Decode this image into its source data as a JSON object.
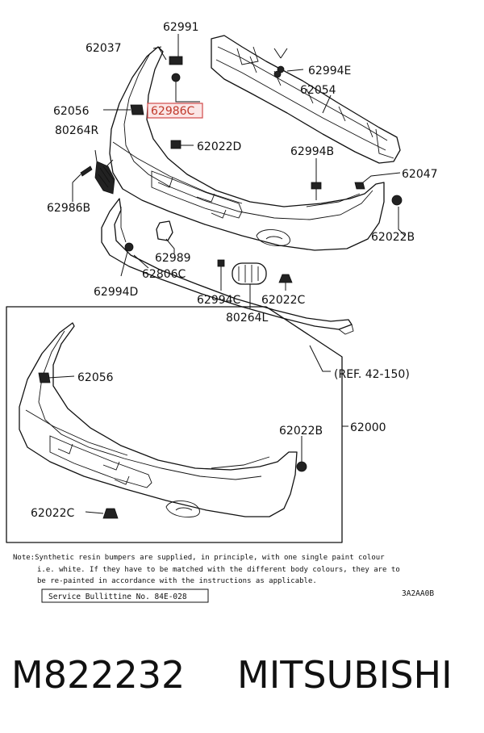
{
  "parts": {
    "p62991": "62991",
    "p62037": "62037",
    "p62994E": "62994E",
    "p62054": "62054",
    "p62056_top": "62056",
    "p62986C": "62986C",
    "p80264R": "80264R",
    "p62022D": "62022D",
    "p62994B": "62994B",
    "p62047": "62047",
    "p62986B": "62986B",
    "p62022B_top": "62022B",
    "p62989": "62989",
    "p62806C": "62806C",
    "p62994D": "62994D",
    "p62994C": "62994C",
    "p62022C_top": "62022C",
    "p80264L": "80264L",
    "ref": "(REF. 42-150)",
    "p62056_box": "62056",
    "p62022B_box": "62022B",
    "p62000": "62000",
    "p62022C_box": "62022C"
  },
  "highlight_color": "#d24a4a",
  "note": {
    "line1": "Note:Synthetic resin bumpers are supplied, in principle, with one single paint colour",
    "line2": "i.e. white. If they have to be matched with the different body colours, they are to",
    "line3": "be re-painted in accordance with the instructions as applicable."
  },
  "service_bulletin": "Service Bullittine No. 84E-028",
  "diagram_code": "3A2AA0B",
  "footer": {
    "part_number": "M822232",
    "brand": "MITSUBISHI"
  }
}
